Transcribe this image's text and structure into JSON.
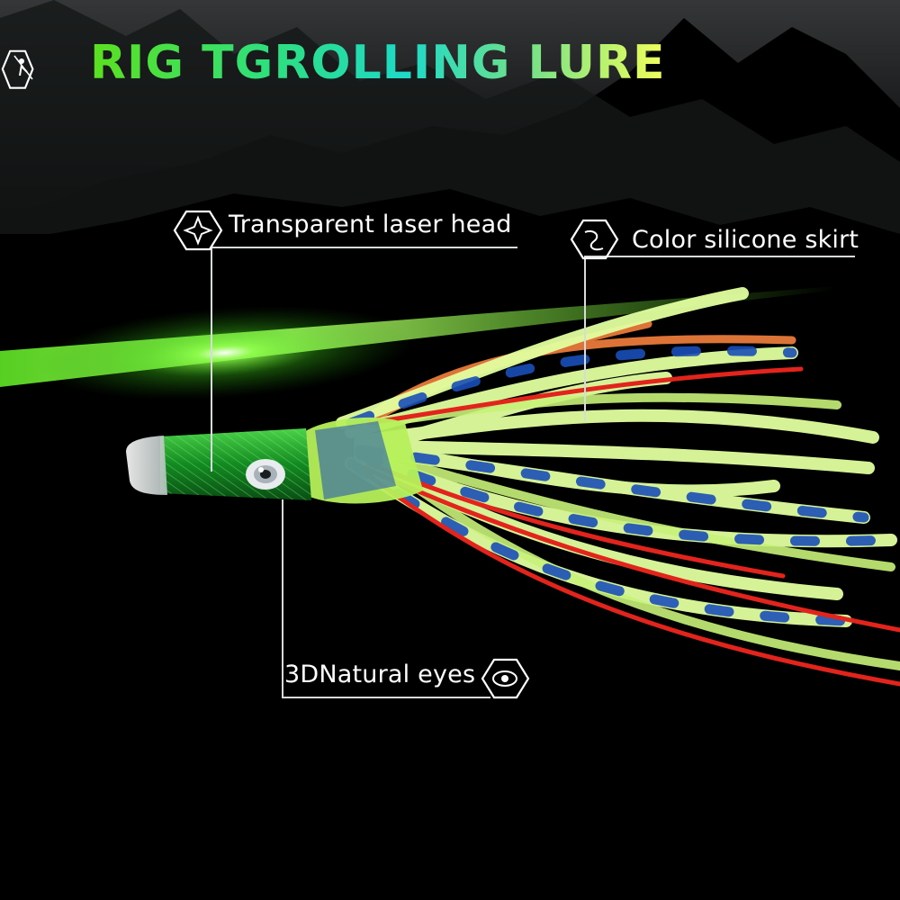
{
  "title": "RIG TGROLLING LURE",
  "callouts": {
    "head": {
      "label": "Transparent laser head",
      "icon": "star-hexagon-icon"
    },
    "skirt": {
      "label": "Color silicone skirt",
      "icon": "wave-hexagon-icon"
    },
    "eyes": {
      "label": "3DNatural eyes",
      "icon": "eye-hexagon-icon"
    }
  },
  "logo": {
    "icon": "angler-hexagon-logo"
  },
  "colors": {
    "background": "#000000",
    "accent_green": "#6bff2a",
    "skirt_lime": "#e2ffa0",
    "skirt_red": "#e2241c",
    "skirt_blue": "#1a4fb8",
    "head_green": "#1d8a2a",
    "title_gradient": [
      "#5ce01e",
      "#1ed9c8",
      "#f2ff5a"
    ]
  }
}
